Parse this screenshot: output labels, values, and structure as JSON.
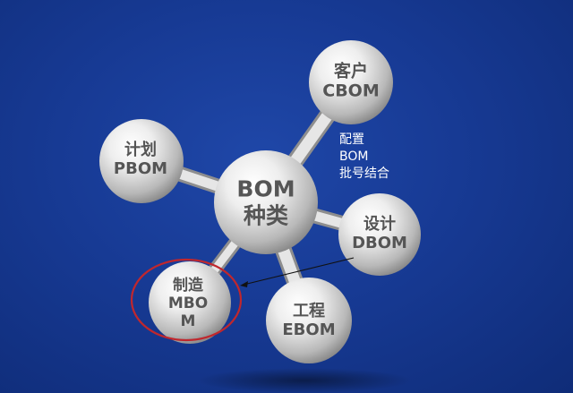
{
  "center": {
    "line1": "BOM",
    "line2": "种类"
  },
  "nodes": {
    "cbom": {
      "line1": "客户",
      "line2": "CBOM"
    },
    "pbom": {
      "line1": "计划",
      "line2": "PBOM"
    },
    "dbom": {
      "line1": "设计",
      "line2": "DBOM"
    },
    "ebom": {
      "line1": "工程",
      "line2": "EBOM"
    },
    "mbom": {
      "line1": "制造",
      "line2": "MBO",
      "line3": "M"
    }
  },
  "annotation": {
    "line1": "配置",
    "line2": "BOM",
    "line3": "批号结合"
  },
  "highlight_color": "#c0272d",
  "background_color": "#173a94"
}
